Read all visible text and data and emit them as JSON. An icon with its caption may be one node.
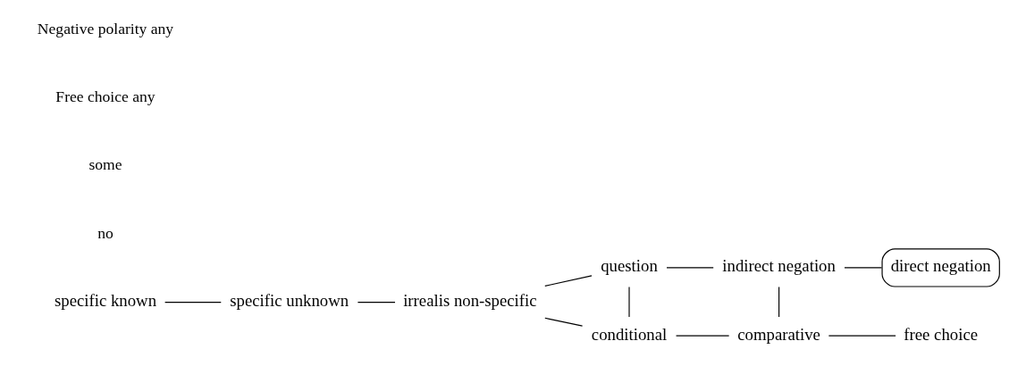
{
  "diagram": {
    "nodes": [
      {
        "text": [
          "specific known"
        ]
      },
      {
        "text": [
          "specific unknown"
        ]
      },
      {
        "text": [
          "irrealis non-specific"
        ]
      },
      {
        "text": [
          "question"
        ]
      },
      {
        "text": [
          "conditional"
        ]
      },
      {
        "text": [
          "indirect negation"
        ]
      },
      {
        "text": [
          "direct negation"
        ]
      },
      {
        "text": [
          "comparative"
        ]
      },
      {
        "text": [
          "free choice"
        ]
      }
    ],
    "edges": [
      {
        "from": 0,
        "to": 1,
        "arrow": "none"
      },
      {
        "from": 1,
        "to": 2,
        "arrow": "none"
      },
      {
        "from": 2,
        "to": 3,
        "arrow": "none"
      },
      {
        "from": 2,
        "to": 4,
        "arrow": "none"
      },
      {
        "from": 3,
        "to": 4,
        "arrow": "none"
      },
      {
        "from": 3,
        "to": 5,
        "arrow": "none"
      },
      {
        "from": 5,
        "to": 6,
        "arrow": "none"
      },
      {
        "from": 5,
        "to": 7,
        "arrow": "none"
      },
      {
        "from": 4,
        "to": 7,
        "arrow": "none"
      },
      {
        "from": 7,
        "to": 8,
        "arrow": "none"
      }
    ],
    "labels": [
      "no",
      "some",
      "Free choice any",
      "Negative polarity any"
    ]
  }
}
